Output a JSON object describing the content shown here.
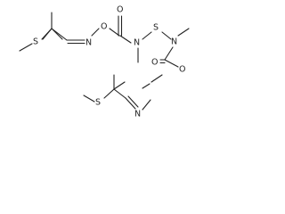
{
  "molecule": {
    "atoms": {
      "o_top_ester": "O",
      "n_top_oxime": "N",
      "o_top_carbonyl": "O",
      "n_top_carbamate": "N",
      "s_bridge": "S",
      "s_top_thioether": "S",
      "n_bottom_carbamate": "N",
      "o_bottom_carbonyl": "O",
      "o_bottom_ester": "O",
      "s_bottom_thioether": "S",
      "n_bottom_oxime": "N"
    }
  }
}
